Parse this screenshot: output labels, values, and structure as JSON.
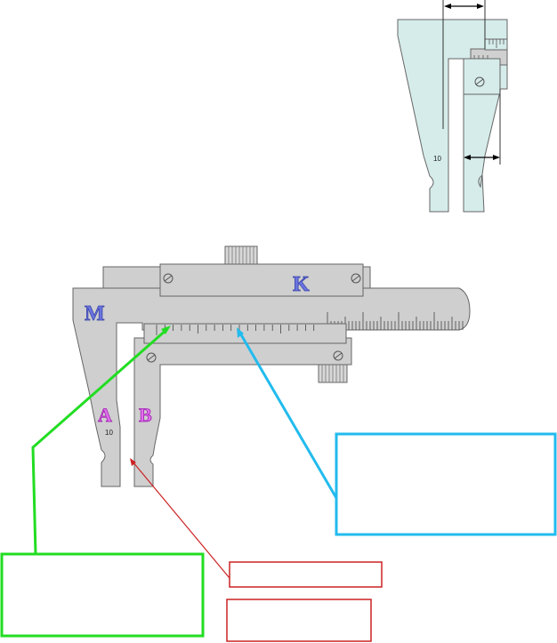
{
  "labels": {
    "main_scale": "M",
    "knob": "K",
    "jaw_a": "A",
    "jaw_b": "B",
    "jaw_number_main": "10",
    "jaw_number_inset": "10"
  },
  "colors": {
    "body_fill": "#cfcfcf",
    "inset_fill": "#d5ecea",
    "stroke": "#555555",
    "letter_blue": "#4a55c8",
    "letter_magenta": "#d040d8",
    "green": "#22dd22",
    "cyan": "#22bbee",
    "red": "#cc2222"
  },
  "callouts": {
    "green_box": "",
    "cyan_box": "",
    "red_box_1": "",
    "red_box_2": ""
  }
}
